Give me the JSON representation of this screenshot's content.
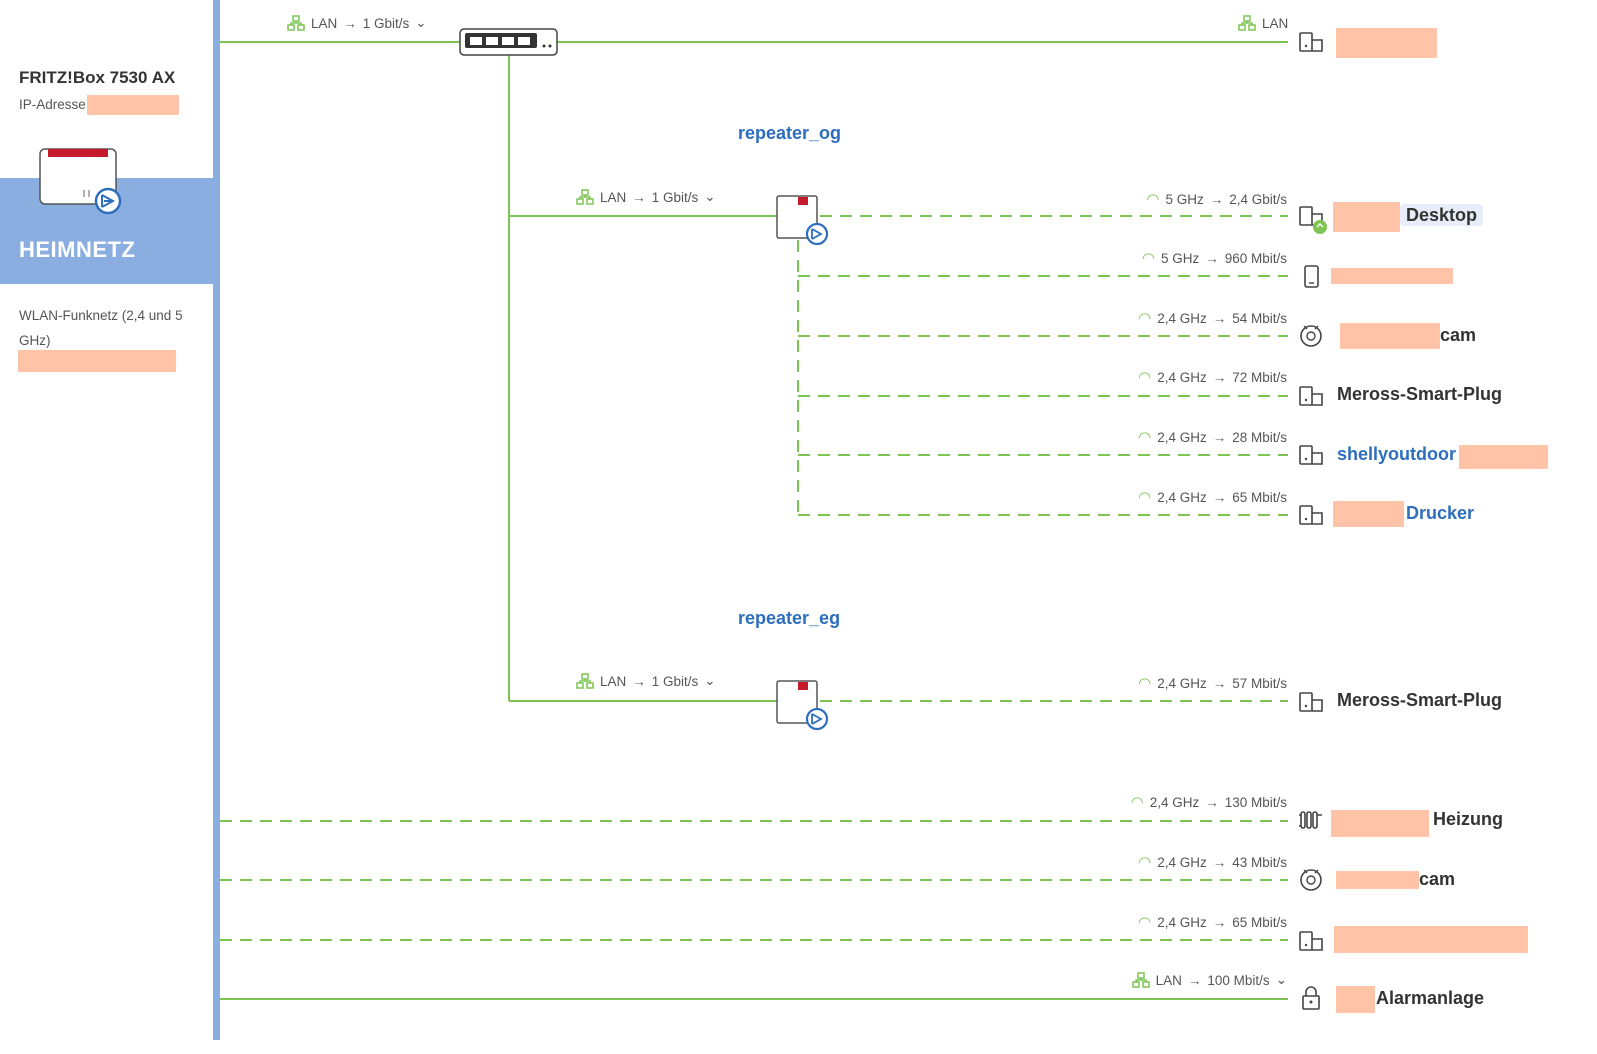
{
  "sidebar": {
    "box_title": "FRITZ!Box 7530 AX",
    "ip_label": "IP-Adresse:",
    "section": "HEIMNETZ",
    "wlan_label": "WLAN-Funknetz (2,4 und 5 GHz)"
  },
  "top_link": {
    "type": "LAN",
    "speed": "1 Gbit/s"
  },
  "top_right_link": {
    "type": "LAN"
  },
  "repeaters": [
    {
      "name": "repeater_og",
      "uplink_type": "LAN",
      "uplink_speed": "1 Gbit/s"
    },
    {
      "name": "repeater_eg",
      "uplink_type": "LAN",
      "uplink_speed": "1 Gbit/s"
    }
  ],
  "og_devices": [
    {
      "band": "5 GHz",
      "speed": "2,4 Gbit/s",
      "name": "Desktop",
      "icon": "desktop-wifi-icon"
    },
    {
      "band": "5 GHz",
      "speed": "960 Mbit/s",
      "name": "",
      "icon": "phone-icon"
    },
    {
      "band": "2,4 GHz",
      "speed": "54 Mbit/s",
      "name": "cam",
      "icon": "camera-icon"
    },
    {
      "band": "2,4 GHz",
      "speed": "72 Mbit/s",
      "name": "Meross-Smart-Plug",
      "icon": "device-icon"
    },
    {
      "band": "2,4 GHz",
      "speed": "28 Mbit/s",
      "name": "shellyoutdoor",
      "icon": "device-icon"
    },
    {
      "band": "2,4 GHz",
      "speed": "65 Mbit/s",
      "name": "Drucker",
      "icon": "device-icon"
    }
  ],
  "eg_devices": [
    {
      "band": "2,4 GHz",
      "speed": "57 Mbit/s",
      "name": "Meross-Smart-Plug",
      "icon": "device-icon"
    }
  ],
  "main_devices": [
    {
      "band": "2,4 GHz",
      "speed": "130 Mbit/s",
      "name": "Heizung",
      "icon": "radiator-icon"
    },
    {
      "band": "2,4 GHz",
      "speed": "43 Mbit/s",
      "name": "cam",
      "icon": "camera-icon"
    },
    {
      "band": "2,4 GHz",
      "speed": "65 Mbit/s",
      "name": "",
      "icon": "device-icon"
    },
    {
      "type": "LAN",
      "speed": "100 Mbit/s",
      "name": "Alarmanlage",
      "icon": "lock-icon"
    }
  ],
  "colors": {
    "line": "#7dc453",
    "accent": "#2d6ebf",
    "sidebar_blue": "#8aaedf",
    "redaction": "#ffc4a8",
    "fritz_red": "#c41a2b"
  }
}
